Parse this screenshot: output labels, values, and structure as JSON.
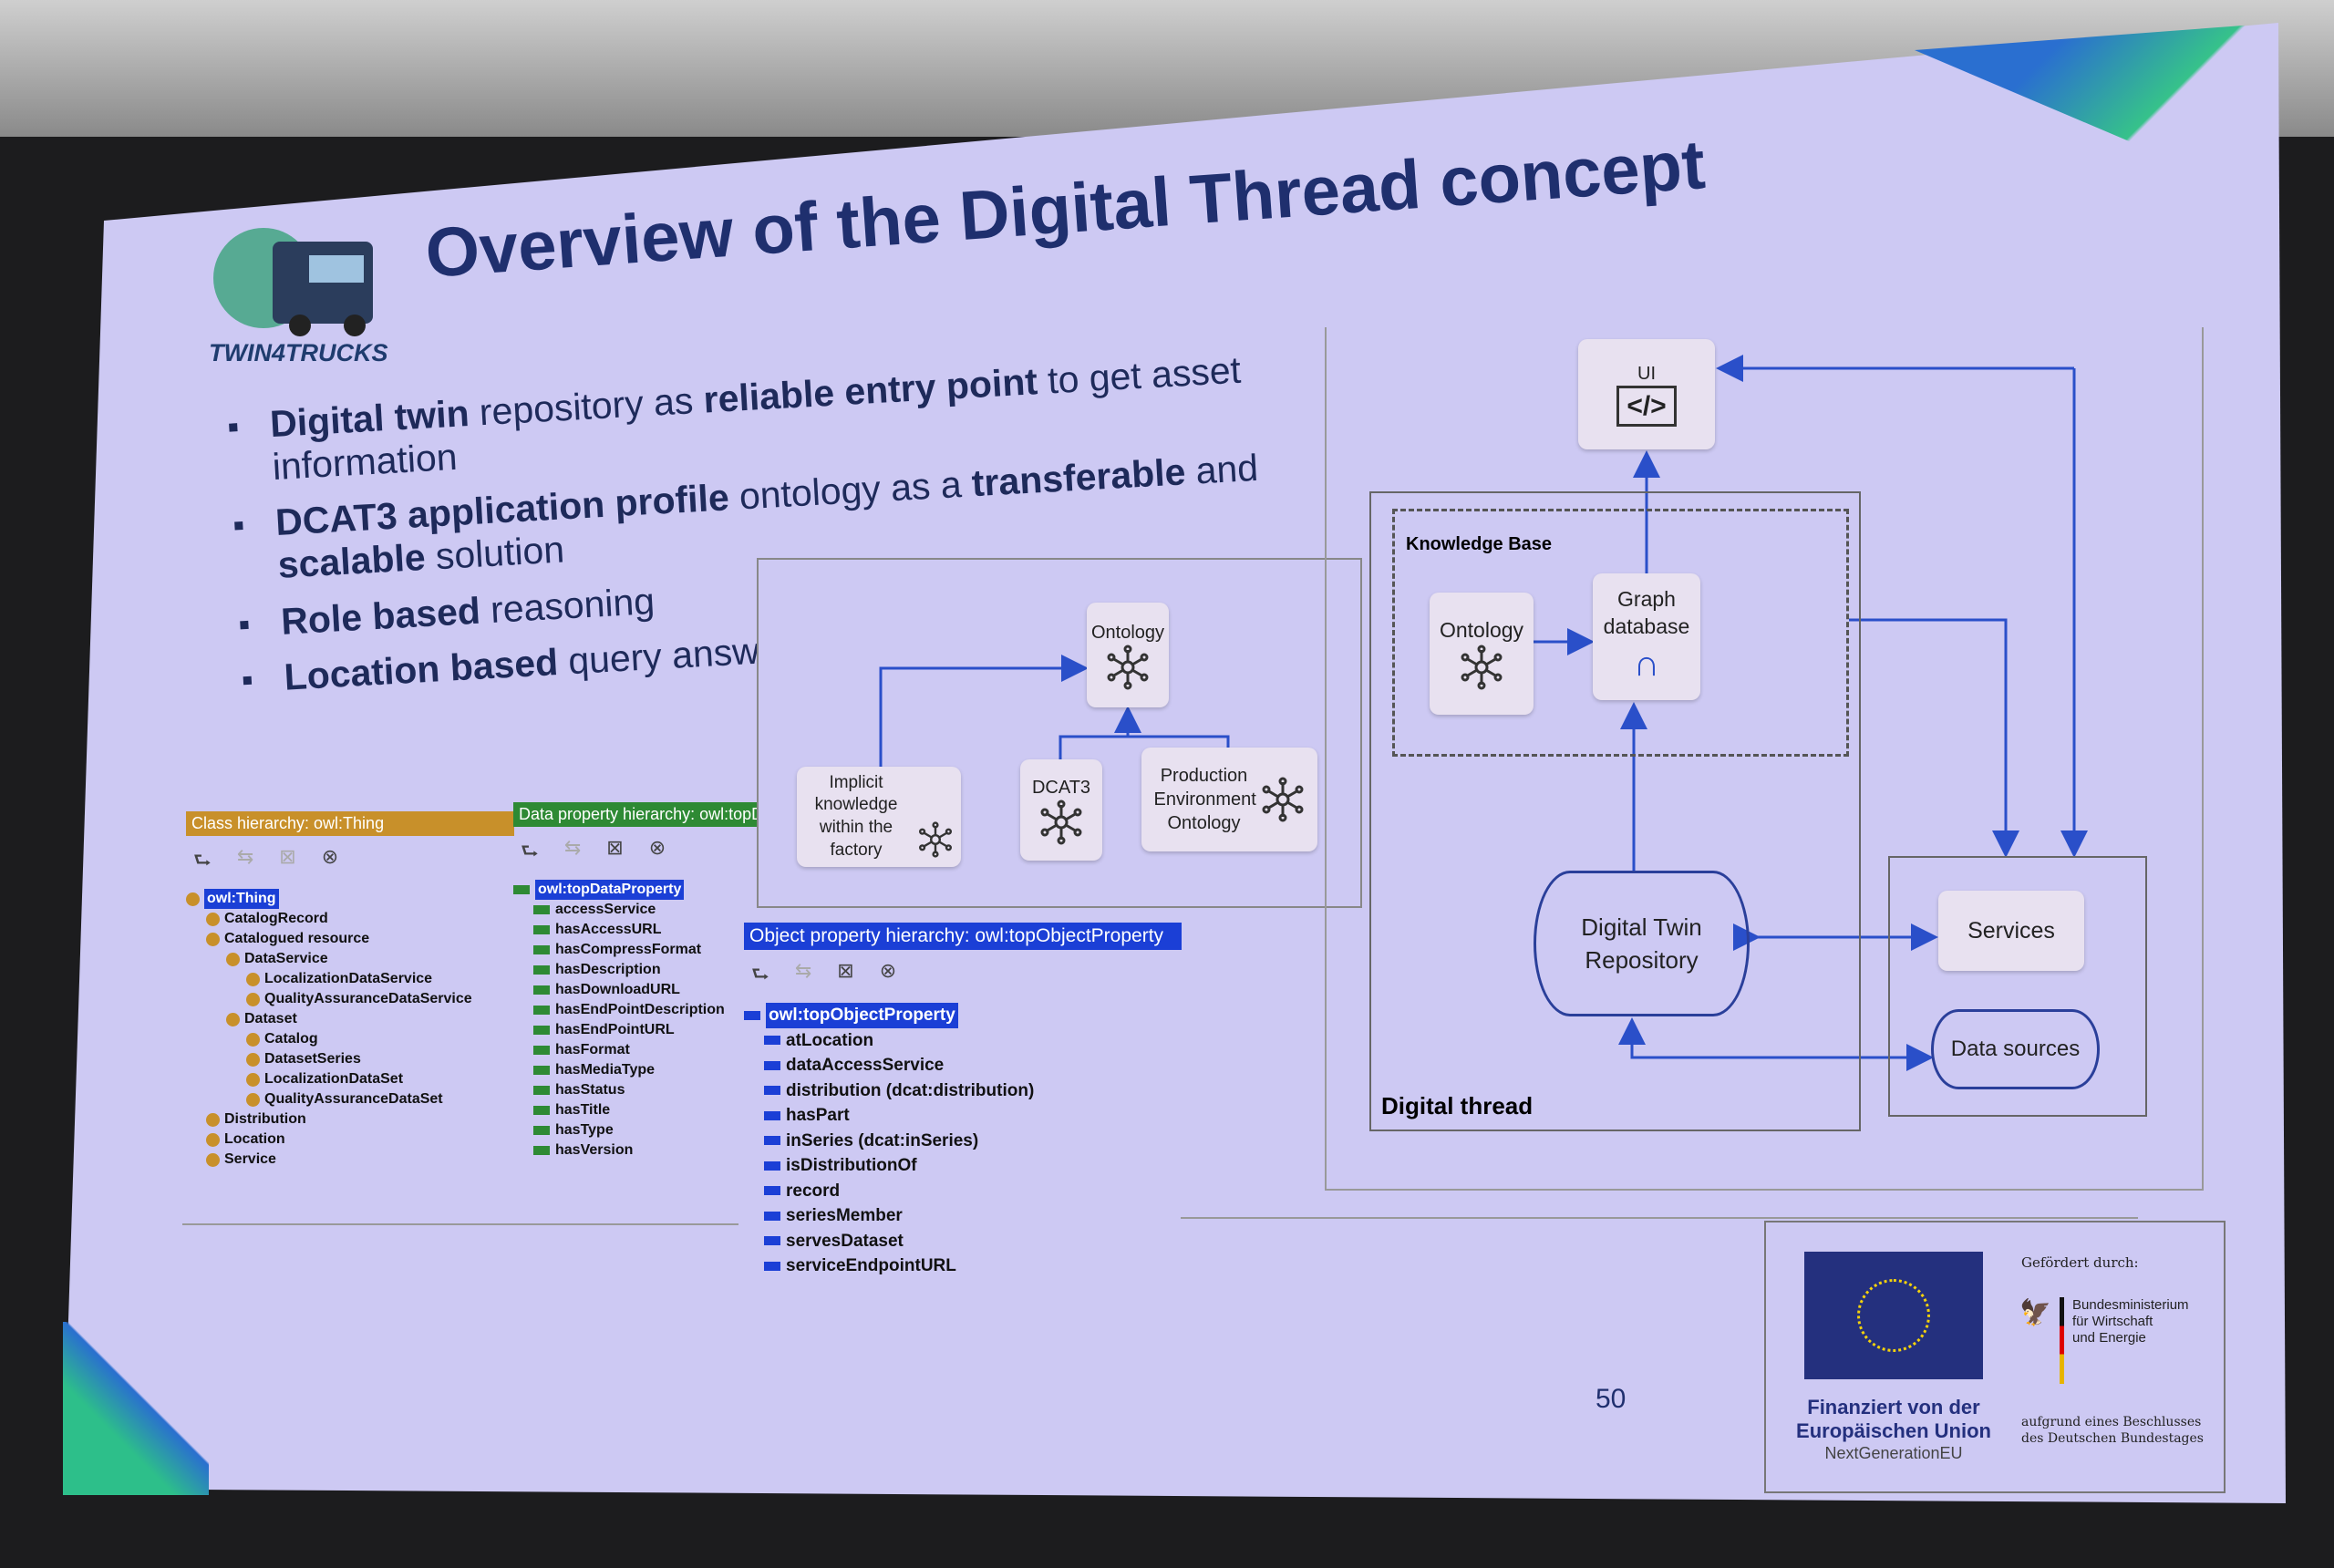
{
  "slide": {
    "title": "Overview of the Digital Thread concept",
    "logo_text": "TWIN4TRUCKS",
    "page_number": "50",
    "bullets": [
      {
        "bold1": "Digital twin",
        "text1": " repository as ",
        "bold2": "reliable entry point",
        "text2": " to get asset information"
      },
      {
        "bold1": "DCAT3 application profile",
        "text1": " ontology as a ",
        "bold2": "transferable",
        "text2": " and ",
        "bold3": "scalable",
        "text3": " solution"
      },
      {
        "bold1": "Role based",
        "text1": " reasoning"
      },
      {
        "bold1": "Location based",
        "text1": " query answering"
      }
    ]
  },
  "class_hierarchy": {
    "header": "Class hierarchy: owl:Thing",
    "items": [
      "owl:Thing",
      "CatalogRecord",
      "Catalogued resource",
      "DataService",
      "LocalizationDataService",
      "QualityAssuranceDataService",
      "Dataset",
      "Catalog",
      "DatasetSeries",
      "LocalizationDataSet",
      "QualityAssuranceDataSet",
      "Distribution",
      "Location",
      "Service"
    ]
  },
  "data_property_hierarchy": {
    "header": "Data property hierarchy: owl:topD",
    "items": [
      "owl:topDataProperty",
      "accessService",
      "hasAccessURL",
      "hasCompressFormat",
      "hasDescription",
      "hasDownloadURL",
      "hasEndPointDescription",
      "hasEndPointURL",
      "hasFormat",
      "hasMediaType",
      "hasStatus",
      "hasTitle",
      "hasType",
      "hasVersion"
    ]
  },
  "object_property_hierarchy": {
    "header": "Object property hierarchy: owl:topObjectProperty",
    "items": [
      "owl:topObjectProperty",
      "atLocation",
      "dataAccessService",
      "distribution (dcat:distribution)",
      "hasPart",
      "inSeries (dcat:inSeries)",
      "isDistributionOf",
      "record",
      "seriesMember",
      "servesDataset",
      "serviceEndpointURL"
    ]
  },
  "ontology_diagram": {
    "ontology": "Ontology",
    "implicit": "Implicit knowledge within the factory",
    "dcat3": "DCAT3",
    "production": "Production Environment Ontology"
  },
  "architecture": {
    "ui": "UI",
    "knowledge_base": "Knowledge Base",
    "ontology": "Ontology",
    "graph_database": "Graph database",
    "digital_twin_repository": "Digital Twin Repository",
    "services": "Services",
    "data_sources": "Data sources",
    "digital_thread": "Digital thread"
  },
  "footer": {
    "eu_line1": "Finanziert von der",
    "eu_line2": "Europäischen Union",
    "eu_line3": "NextGenerationEU",
    "gefoerdert": "Gefördert durch:",
    "ministry1": "Bundesministerium",
    "ministry2": "für Wirtschaft",
    "ministry3": "und Energie",
    "beschluss1": "aufgrund eines Beschlusses",
    "beschluss2": "des Deutschen Bundestages"
  },
  "colors": {
    "slide_bg": "#cdc9f3",
    "title": "#1f2f6e",
    "arrow": "#2a4fc9",
    "class_head": "#c8902a",
    "data_head": "#2e8a34",
    "object_head": "#1b3fd6"
  }
}
